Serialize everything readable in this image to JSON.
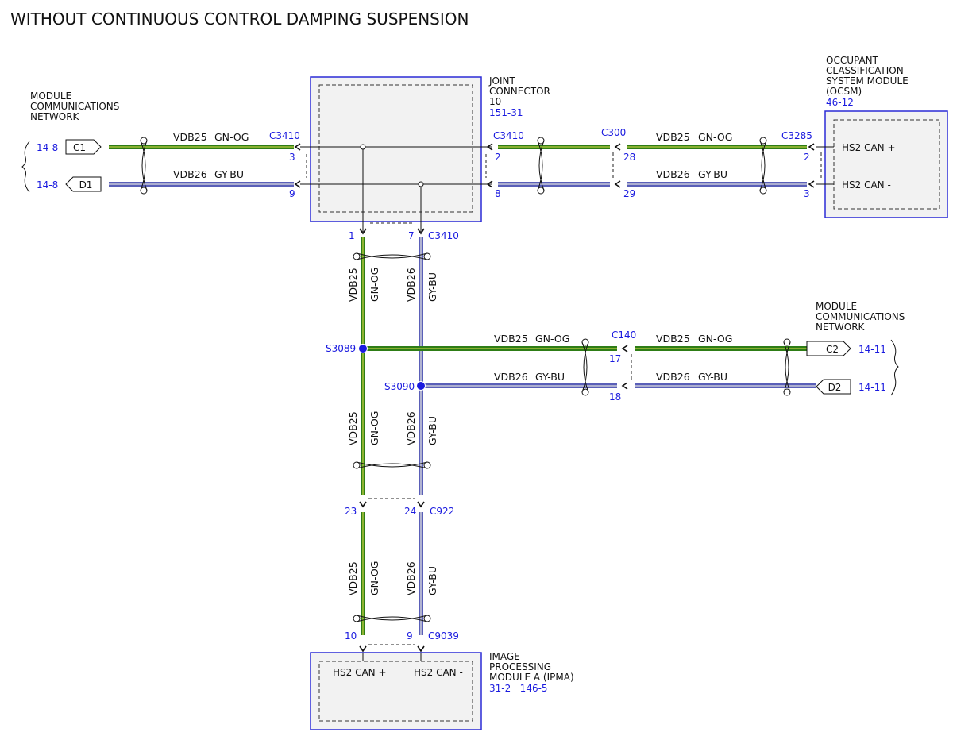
{
  "title": "WITHOUT CONTINUOUS CONTROL DAMPING SUSPENSION",
  "colors": {
    "gn_og_wire": "#2e7d16",
    "gn_og_core": "#a6c23a",
    "gy_bu_wire": "#5a5fb8",
    "gy_bu_core": "#c8c9d8",
    "component_border": "#2b2bd6",
    "component_fill": "#f2f2f2",
    "reference_text": "#1a1adf",
    "splice_fill": "#1a1adf"
  },
  "left_network": {
    "lines": [
      "MODULE",
      "COMMUNICATIONS",
      "NETWORK"
    ],
    "c1": {
      "ref": "14-8",
      "label": "C1"
    },
    "d1": {
      "ref": "14-8",
      "label": "D1"
    }
  },
  "right_network": {
    "lines": [
      "MODULE",
      "COMMUNICATIONS",
      "NETWORK"
    ],
    "c2": {
      "ref": "14-11",
      "label": "C2"
    },
    "d2": {
      "ref": "14-11",
      "label": "D2"
    }
  },
  "joint_connector": {
    "lines": [
      "JOINT",
      "CONNECTOR",
      "10"
    ],
    "ref": "151-31",
    "connector": "C3410",
    "pins": {
      "left_top": "3",
      "left_bottom": "9",
      "right_top": "2",
      "right_bottom": "8",
      "down_gn": "1",
      "down_gy": "7"
    }
  },
  "inline_c300": {
    "name": "C300",
    "pin_top": "28",
    "pin_bottom": "29"
  },
  "inline_c140": {
    "name": "C140",
    "pin_top": "17",
    "pin_bottom": "18"
  },
  "inline_c922": {
    "name": "C922",
    "pin_gn": "23",
    "pin_gy": "24"
  },
  "ocsm": {
    "lines": [
      "OCCUPANT",
      "CLASSIFICATION",
      "SYSTEM MODULE",
      "(OCSM)"
    ],
    "ref": "46-12",
    "connector": "C3285",
    "pin_top": "2",
    "pin_bottom": "3",
    "pin_top_label": "HS2 CAN +",
    "pin_bottom_label": "HS2 CAN -"
  },
  "ipma": {
    "lines": [
      "IMAGE",
      "PROCESSING",
      "MODULE A (IPMA)"
    ],
    "refs": "31-2   146-5",
    "connector": "C9039",
    "pin_gn": "10",
    "pin_gy": "9",
    "pin_gn_label": "HS2 CAN +",
    "pin_gy_label": "HS2 CAN -"
  },
  "splices": {
    "s1": "S3089",
    "s2": "S3090"
  },
  "wires": {
    "vdb25": {
      "circuit": "VDB25",
      "color": "GN-OG"
    },
    "vdb26": {
      "circuit": "VDB26",
      "color": "GY-BU"
    }
  }
}
